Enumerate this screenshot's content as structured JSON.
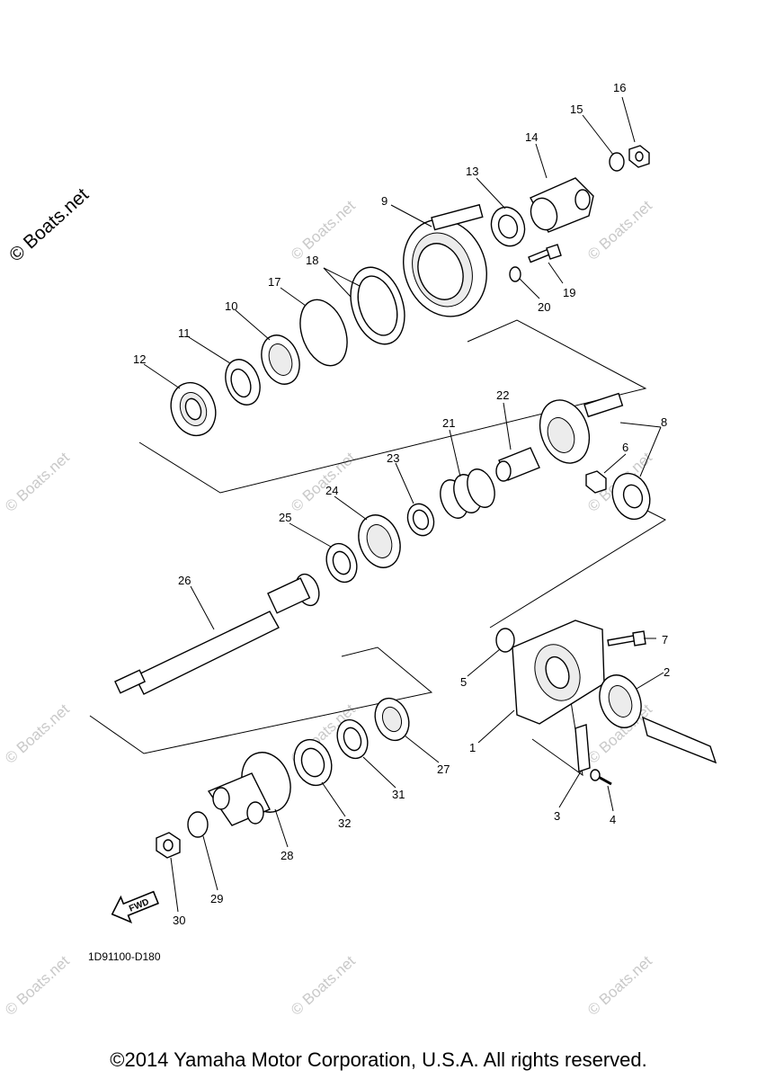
{
  "watermark_text": "© Boats.net",
  "copyright": "©2014 Yamaha Motor Corporation, U.S.A. All rights reserved.",
  "diagram_code": "1D91100-D180",
  "fwd_label": "FWD",
  "callouts": [
    "1",
    "2",
    "3",
    "4",
    "5",
    "6",
    "7",
    "8",
    "9",
    "10",
    "11",
    "12",
    "13",
    "14",
    "15",
    "16",
    "17",
    "18",
    "19",
    "20",
    "21",
    "22",
    "23",
    "24",
    "25",
    "26",
    "27",
    "28",
    "29",
    "30",
    "31",
    "32"
  ]
}
